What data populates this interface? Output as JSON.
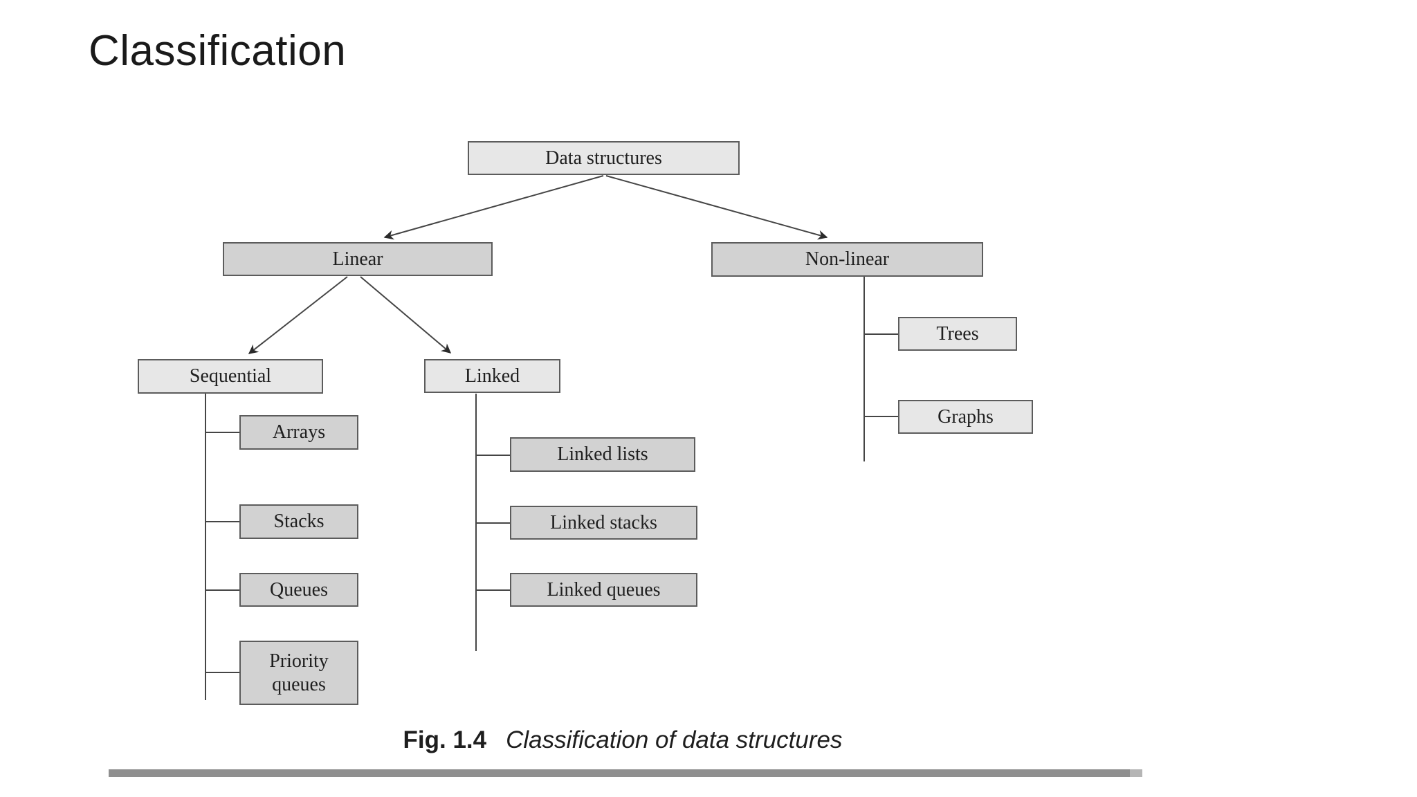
{
  "slide": {
    "title": "Classification"
  },
  "figure": {
    "caption_label": "Fig. 1.4",
    "caption_text": "Classification of data structures",
    "colors": {
      "box_light": "#e7e7e7",
      "box_medium": "#d2d2d2",
      "box_border": "#5c5c5c",
      "connector_line": "#454545",
      "bottom_rule": "#8f8f8f"
    },
    "nodes": {
      "root": {
        "label": "Data structures"
      },
      "linear": {
        "label": "Linear"
      },
      "nonlinear": {
        "label": "Non-linear"
      },
      "sequential": {
        "label": "Sequential"
      },
      "linked": {
        "label": "Linked"
      },
      "arrays": {
        "label": "Arrays"
      },
      "stacks": {
        "label": "Stacks"
      },
      "queues": {
        "label": "Queues"
      },
      "priority_queues": {
        "label": "Priority queues"
      },
      "linked_lists": {
        "label": "Linked lists"
      },
      "linked_stacks": {
        "label": "Linked stacks"
      },
      "linked_queues": {
        "label": "Linked queues"
      },
      "trees": {
        "label": "Trees"
      },
      "graphs": {
        "label": "Graphs"
      }
    }
  }
}
